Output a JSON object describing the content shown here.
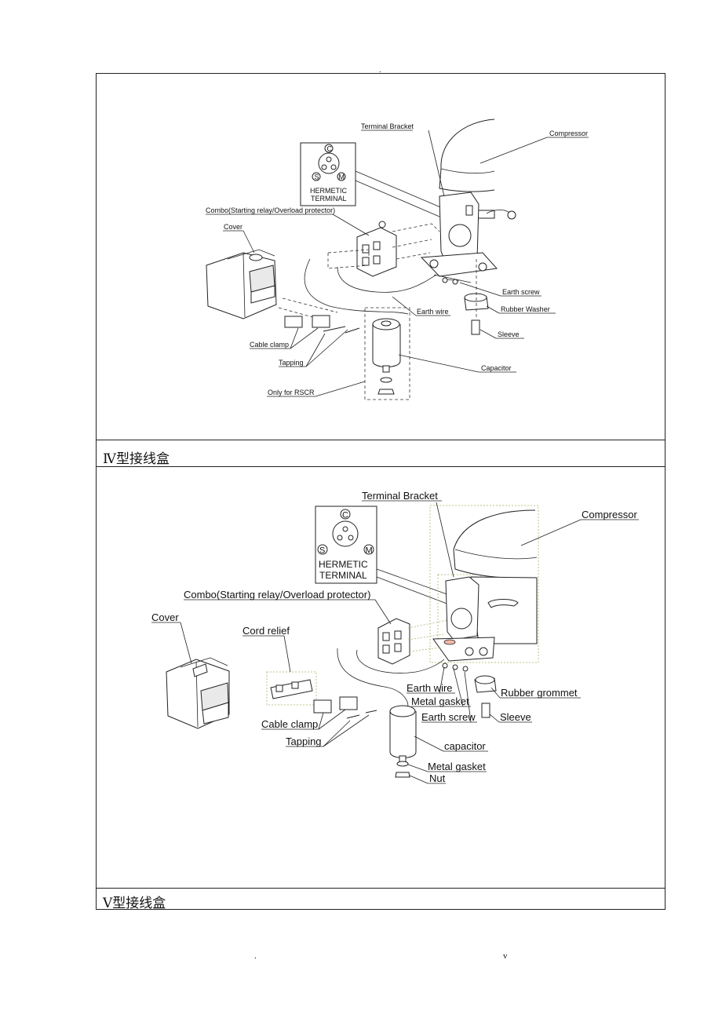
{
  "page": {
    "top_dot": ".",
    "footer_left": ".",
    "footer_right": "v"
  },
  "section1": {
    "caption": "Ⅳ型接线盒",
    "terminal": {
      "c": "C",
      "s": "S",
      "m": "M",
      "line1": "HERMETIC",
      "line2": "TERMINAL"
    },
    "labels": {
      "terminal_bracket": "Terminal Bracket",
      "compressor": "Compressor",
      "combo": "Combo(Starting relay/Overload protector)",
      "cover": "Cover",
      "earth_screw": "Earth screw",
      "earth_wire": "Earth wire",
      "rubber_washer": "Rubber Washer",
      "cable_clamp": "Cable clamp",
      "sleeve": "Sleeve",
      "tapping": "Tapping",
      "capacitor": "Capacitor",
      "only_rscr": "Only for RSCR"
    }
  },
  "section2": {
    "caption": "Ⅴ型接线盒",
    "terminal": {
      "c": "C",
      "s": "S",
      "m": "M",
      "line1": "HERMETIC",
      "line2": "TERMINAL"
    },
    "labels": {
      "terminal_bracket": "Terminal Bracket",
      "compressor": "Compressor",
      "combo": "Combo(Starting relay/Overload protector)",
      "cover": "Cover",
      "cord_relief": "Cord relief",
      "earth_wire": "Earth wire",
      "metal_gasket_top": "Metal gasket",
      "rubber_grommet": "Rubber grommet",
      "earth_screw": "Earth screw",
      "sleeve": "Sleeve",
      "cable_clamp": "Cable clamp",
      "tapping": "Tapping",
      "capacitor": "capacitor",
      "metal_gasket_bottom": "Metal gasket",
      "nut": "Nut"
    }
  }
}
